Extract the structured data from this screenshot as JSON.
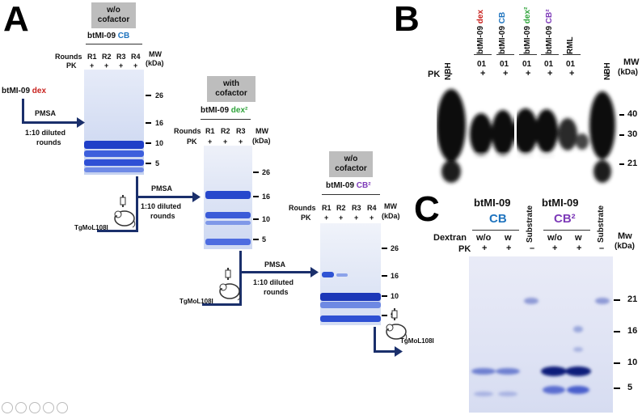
{
  "panelA": {
    "letter": "A",
    "gel1": {
      "box": "w/o\ncofactor",
      "title_prefix": "btMI-09",
      "title_suffix": "CB",
      "rounds_label": "Rounds",
      "pk_label": "PK",
      "lanes": [
        "R1",
        "R2",
        "R3",
        "R4"
      ],
      "pk": [
        "+",
        "+",
        "+",
        "+"
      ],
      "mw_label": "MW",
      "kda_label": "(kDa)",
      "mw": [
        "26",
        "16",
        "10",
        "5"
      ]
    },
    "seed": {
      "prefix": "btMI-09",
      "suffix": "dex"
    },
    "step1": {
      "pmsa": "PMSA",
      "dil": "1:10 diluted",
      "rounds": "rounds"
    },
    "mouse1": "TgMoL108I",
    "gel2": {
      "box": "with\ncofactor",
      "title_prefix": "btMI-09",
      "title_suffix": "dex²",
      "rounds_label": "Rounds",
      "pk_label": "PK",
      "lanes": [
        "R1",
        "R2",
        "R3"
      ],
      "pk": [
        "+",
        "+",
        "+"
      ],
      "mw_label": "MW",
      "kda_label": "(kDa)",
      "mw": [
        "26",
        "16",
        "10",
        "5"
      ]
    },
    "step2": {
      "pmsa": "PMSA",
      "dil": "1:10 diluted",
      "rounds": "rounds"
    },
    "mouse2": "TgMoL108I",
    "gel3": {
      "box": "w/o\ncofactor",
      "title_prefix": "btMI-09",
      "title_suffix": "CB²",
      "rounds_label": "Rounds",
      "pk_label": "PK",
      "lanes": [
        "R1",
        "R2",
        "R3",
        "R4"
      ],
      "pk": [
        "+",
        "+",
        "+",
        "+"
      ],
      "mw_label": "MW",
      "kda_label": "(kDa)",
      "mw": [
        "26",
        "16",
        "10",
        "5"
      ]
    },
    "mouse3": "TgMoL108I"
  },
  "panelB": {
    "letter": "B",
    "lanes": [
      {
        "name": "NBH",
        "color": "#111111"
      },
      {
        "name": "btMI-09 dex",
        "prefix": "btMI-09",
        "suffix": "dex",
        "color": "#c8201c"
      },
      {
        "name": "btMI-09 CB",
        "prefix": "btMI-09",
        "suffix": "CB",
        "color": "#1e73be"
      },
      {
        "name": "btMI-09 dex²",
        "prefix": "btMI-09",
        "suffix": "dex²",
        "color": "#2ea33a"
      },
      {
        "name": "btMI-09 CB²",
        "prefix": "btMI-09",
        "suffix": "CB²",
        "color": "#7d3ab8"
      },
      {
        "name": "RML",
        "color": "#111111"
      },
      {
        "name": "NBH",
        "color": "#111111"
      }
    ],
    "sub": [
      "01",
      "01",
      "01",
      "01",
      "01"
    ],
    "pk_label": "PK",
    "pk": [
      "-",
      "+",
      "+",
      "+",
      "+",
      "+",
      "-"
    ],
    "mw_label": "MW",
    "kda_label": "(kDa)",
    "mw": [
      "40",
      "30",
      "21"
    ]
  },
  "panelC": {
    "letter": "C",
    "group1": {
      "title": "btMI-09",
      "sub": "CB"
    },
    "group2": {
      "title": "btMI-09",
      "sub": "CB²"
    },
    "substrate": "Substrate",
    "dextran_label": "Dextran",
    "dextran": [
      "w/o",
      "w",
      "w/o",
      "w"
    ],
    "pk_label": "PK",
    "pk": [
      "+",
      "+",
      "–",
      "+",
      "+",
      "–"
    ],
    "mw_label": "Mw",
    "kda_label": "(kDa)",
    "mw": [
      "21",
      "16",
      "10",
      "5"
    ]
  }
}
